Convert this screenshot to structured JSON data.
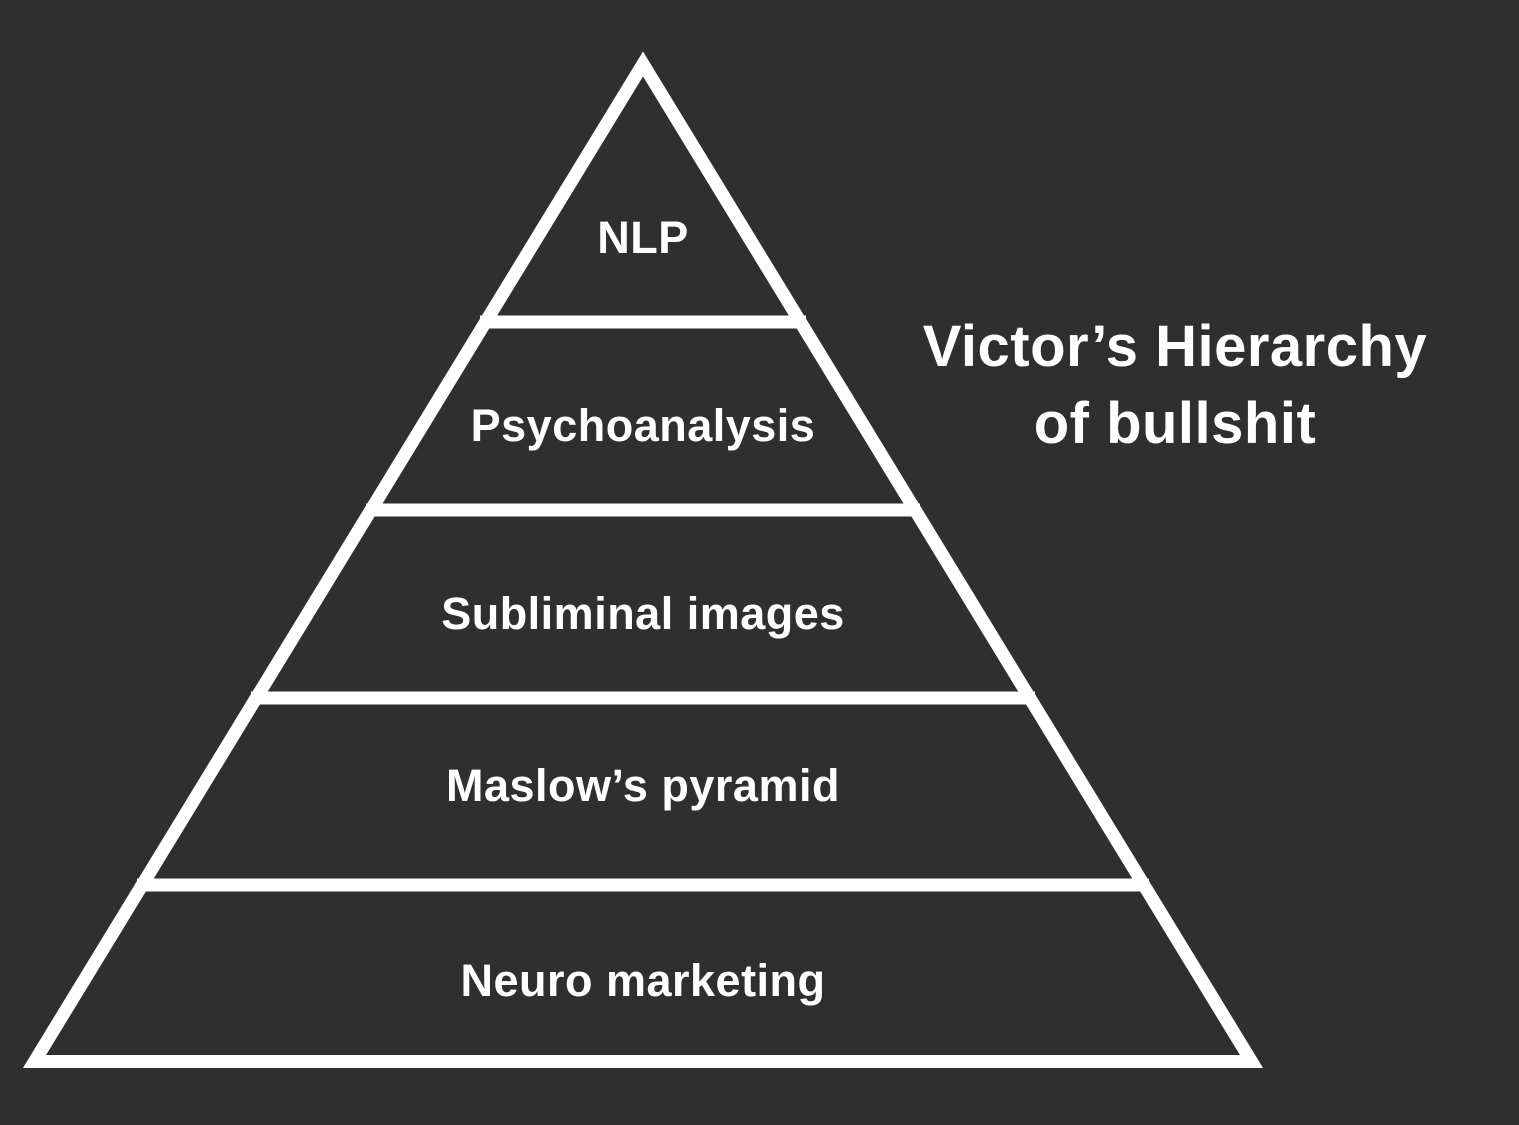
{
  "colors": {
    "bg": "#2f2f2f",
    "fg": "#ffffff"
  },
  "title": {
    "line1": "Victor’s Hierarchy",
    "line2": "of bullshit"
  },
  "pyramid": {
    "levels": [
      {
        "label": "NLP"
      },
      {
        "label": "Psychoanalysis"
      },
      {
        "label": "Subliminal images"
      },
      {
        "label": "Maslow’s pyramid"
      },
      {
        "label": "Neuro marketing"
      }
    ]
  }
}
